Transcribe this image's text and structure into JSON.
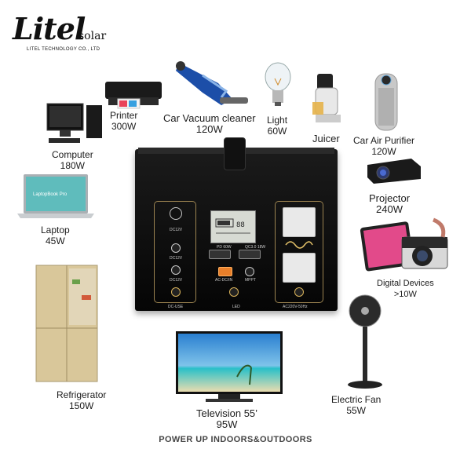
{
  "logo": {
    "word": "Litel",
    "suffix": "solar",
    "company": "LITEL TECHNOLOGY CO., LTD"
  },
  "appliances": {
    "printer": {
      "name": "Printer",
      "power": "300W"
    },
    "car_vacuum": {
      "name": "Car Vacuum cleaner",
      "power": "120W"
    },
    "light": {
      "name": "Light",
      "power": "60W"
    },
    "juicer": {
      "name": "Juicer"
    },
    "car_air_purifier": {
      "name": "Car Air Purifier",
      "power": "120W"
    },
    "computer": {
      "name": "Computer",
      "power": "180W"
    },
    "projector": {
      "name": "Projector",
      "power": "240W"
    },
    "laptop": {
      "name": "Laptop",
      "power": "45W",
      "screen_text": "LaptopBook Pro"
    },
    "digital_devices": {
      "name": "Digital Devices",
      "power": ">10W"
    },
    "refrigerator": {
      "name": "Refrigerator",
      "power": "150W"
    },
    "electric_fan": {
      "name": "Electric Fan",
      "power": "55W"
    },
    "television": {
      "name": "Television 55’",
      "power": "95W"
    }
  },
  "station": {
    "dc": "DC12V",
    "usb": "QC3.0 18W",
    "pd": "PD 60W",
    "ac_dc": "AC-DC/IN",
    "mppt": "MPPT",
    "led": "LED",
    "dc_use": "DC-USE",
    "ac_out": "AC220V-50Hz"
  },
  "tagline": "POWER UP INDOORS&OUTDOORS"
}
